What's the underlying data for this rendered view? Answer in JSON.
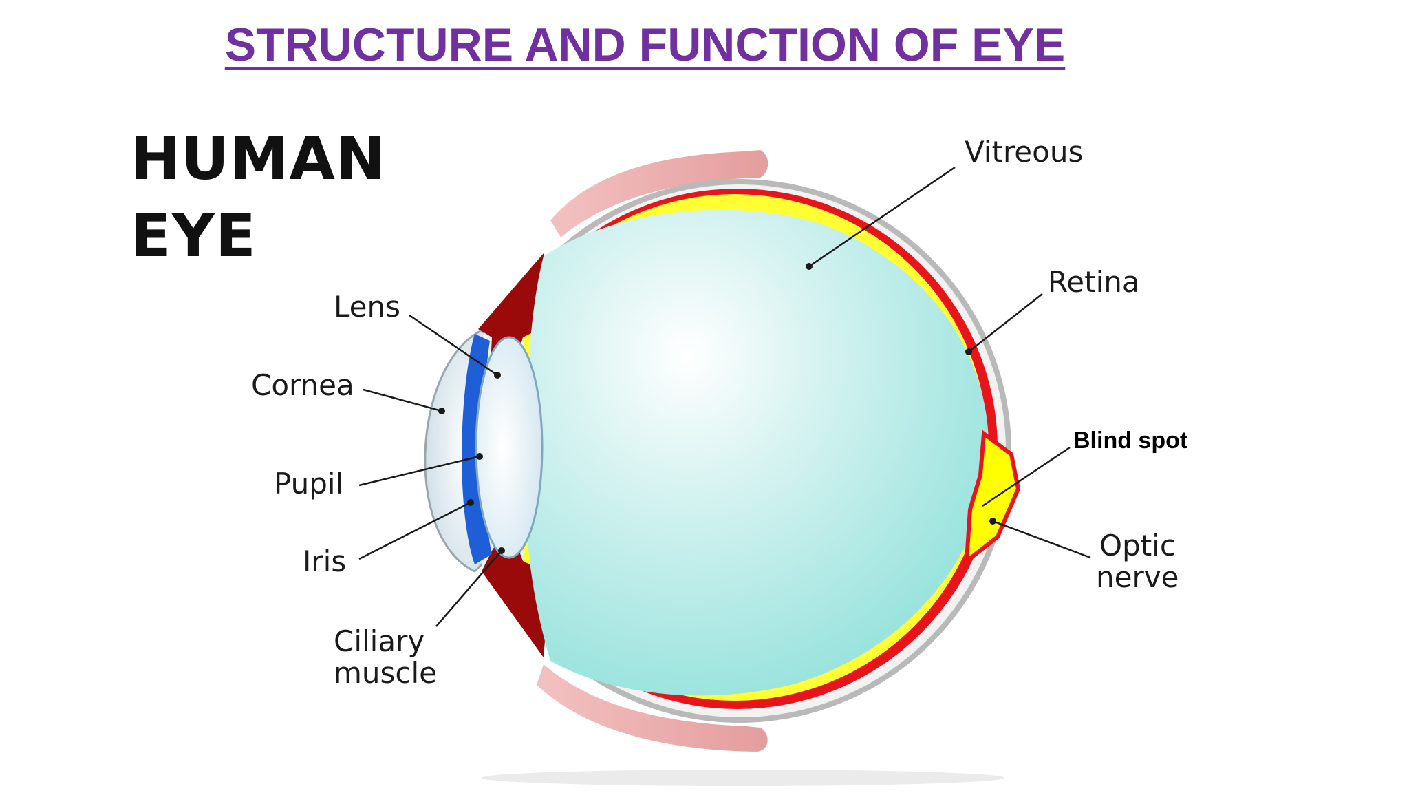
{
  "slide": {
    "title": "STRUCTURE AND FUNCTION OF EYE"
  },
  "diagram": {
    "title_line1": "HUMAN",
    "title_line2": "EYE",
    "labels": {
      "vitreous": "Vitreous",
      "retina": "Retina",
      "lens": "Lens",
      "cornea": "Cornea",
      "pupil": "Pupil",
      "iris": "Iris",
      "ciliary_line1": "Ciliary",
      "ciliary_line2": "muscle",
      "blind_spot": "Blind spot",
      "optic_line1": "Optic",
      "optic_line2": "nerve"
    },
    "colors": {
      "title": "#7030a0",
      "vitreous": "#a8e8e4",
      "retina": "#e8141c",
      "choroid_yellow": "#ffff00",
      "sclera": "#b0b0b0",
      "ciliary": "#9b0a0a",
      "iris": "#1e5fd8",
      "eyelid": "#e8a5a5"
    }
  }
}
